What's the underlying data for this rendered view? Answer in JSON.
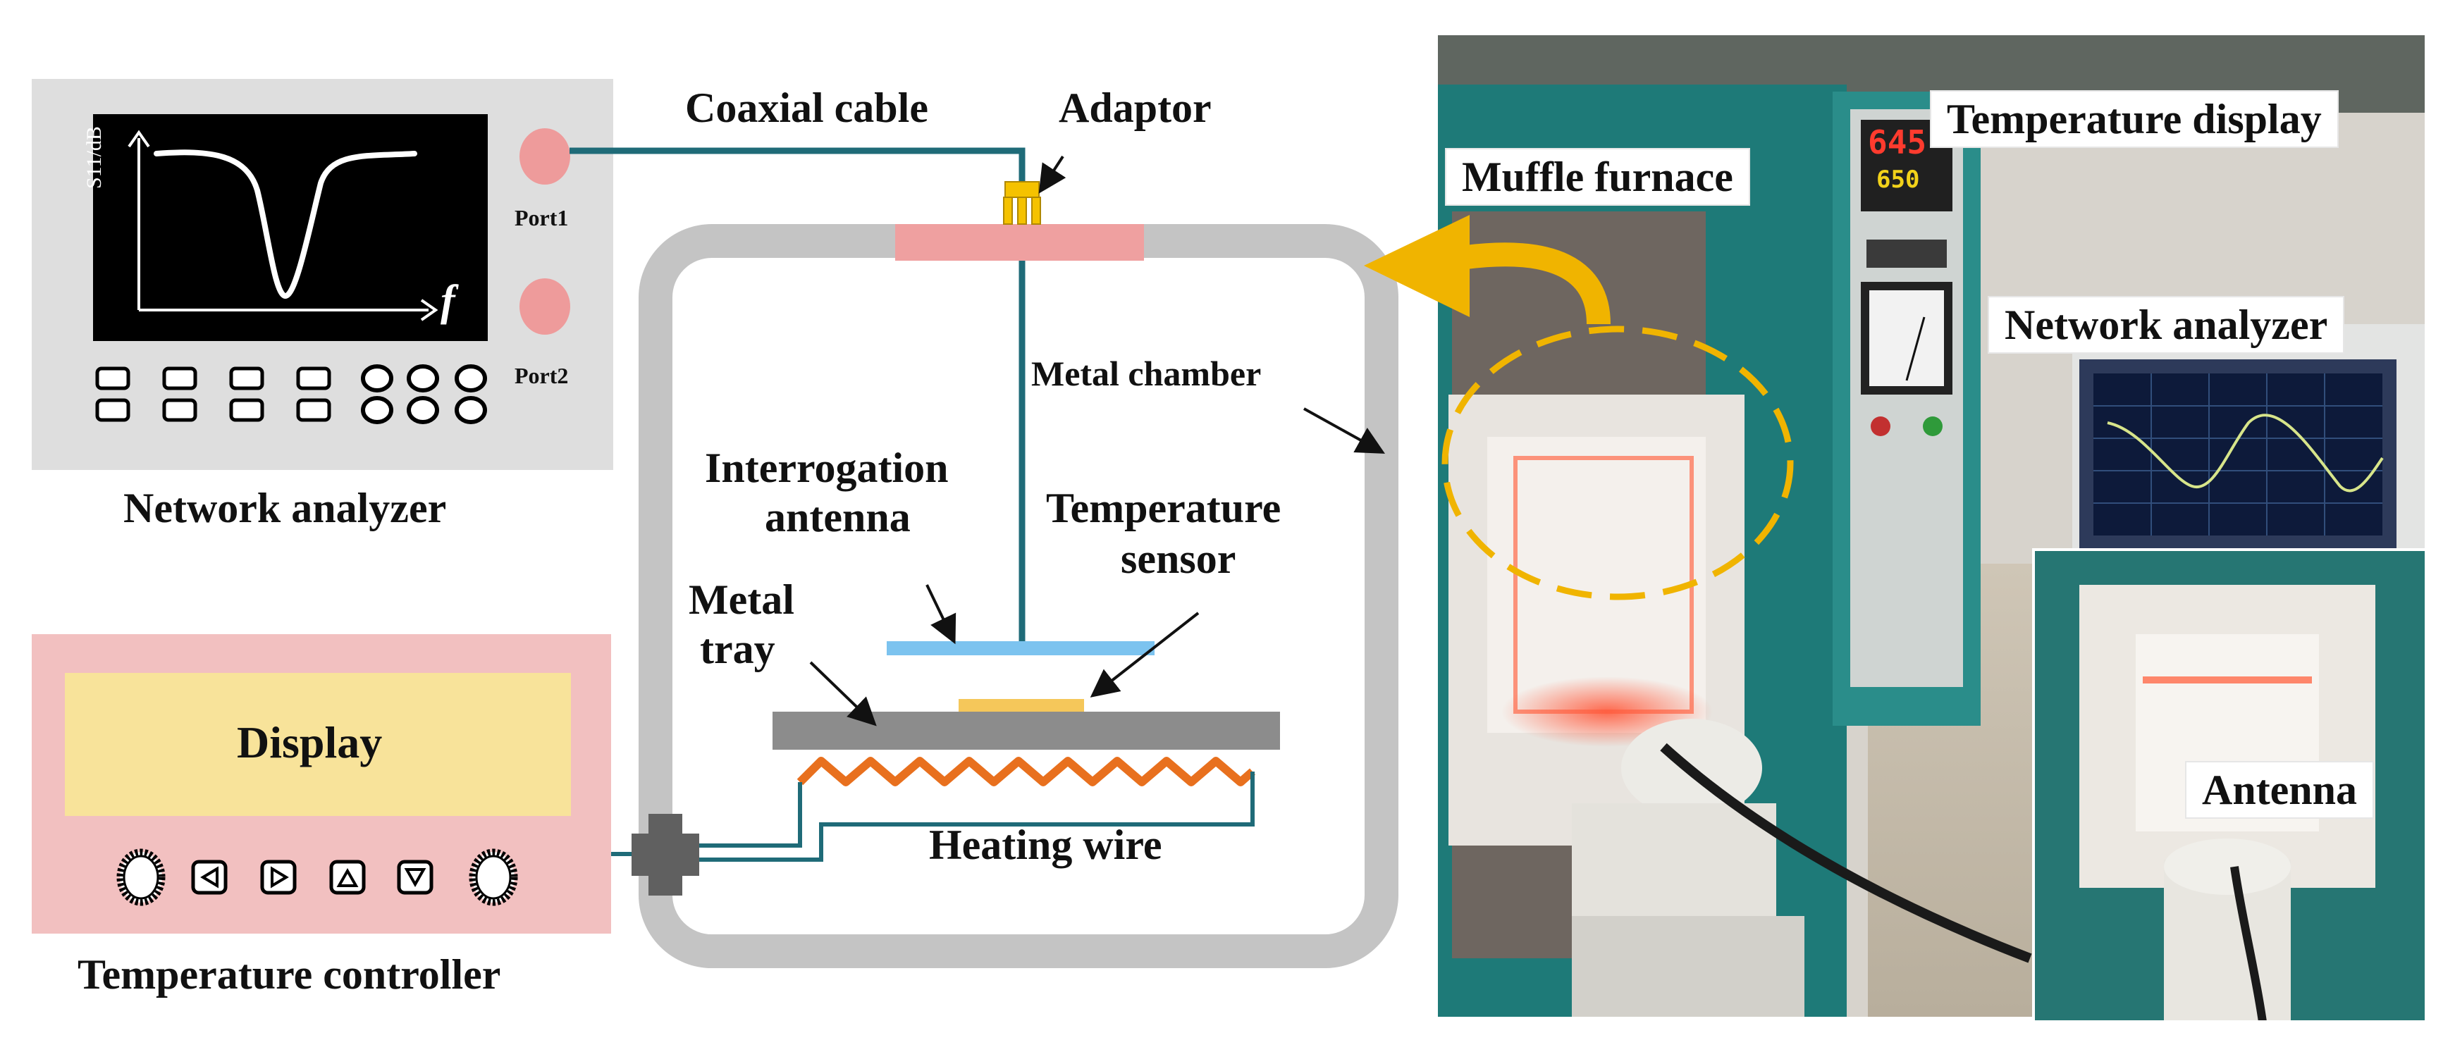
{
  "colors": {
    "cable": "#1f6b78",
    "chamber": "#c4c4c4",
    "lid": "#efa0a0",
    "antenna": "#7cc3ef",
    "sensor": "#f5c75a",
    "tray": "#8c8c8c",
    "heating_wire": "#e8701e",
    "controller_bg": "#f2c0c0",
    "controller_display": "#f8e39a",
    "analyzer_bg": "#dedede",
    "port": "#ee9b9b",
    "arrow": "#f0b400"
  },
  "network_analyzer": {
    "label": "Network analyzer",
    "ylabel": "S11/dB",
    "xlabel": "f",
    "port1": "Port1",
    "port2": "Port2"
  },
  "temperature_controller": {
    "label": "Temperature controller",
    "display_text": "Display",
    "buttons": [
      "left-arrow",
      "right-arrow",
      "up-arrow",
      "down-arrow"
    ]
  },
  "chamber": {
    "coaxial_cable": "Coaxial cable",
    "adaptor": "Adaptor",
    "metal_chamber": "Metal chamber",
    "antenna_line1": "Interrogation",
    "antenna_line2": "antenna",
    "sensor_line1": "Temperature",
    "sensor_line2": "sensor",
    "tray_line1": "Metal",
    "tray_line2": "tray",
    "heating_wire": "Heating wire"
  },
  "photo": {
    "muffle_furnace": "Muffle furnace",
    "temperature_display": "Temperature display",
    "network_analyzer": "Network analyzer",
    "antenna": "Antenna",
    "readout_top": "645",
    "readout_bottom": "650"
  }
}
